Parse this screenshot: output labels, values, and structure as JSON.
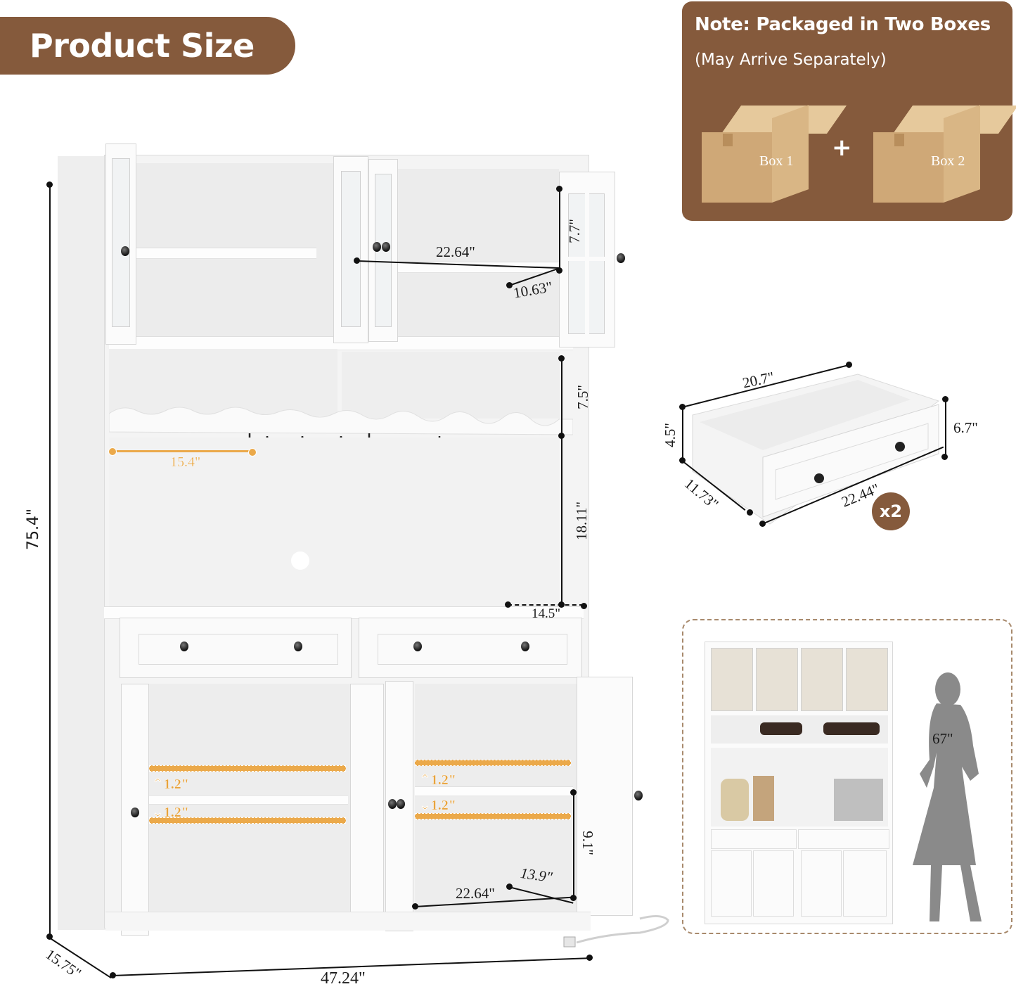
{
  "header": {
    "title": "Product Size",
    "accent_color": "#855a3c"
  },
  "note": {
    "heading": "Note: Packaged in Two Boxes",
    "subheading": "(May Arrive Separately)",
    "boxes": [
      {
        "label": "Box 1"
      },
      {
        "label": "Box 2"
      }
    ],
    "plus_symbol": "+"
  },
  "cabinet": {
    "overall": {
      "height": "75.4\"",
      "width": "47.24\"",
      "depth": "15.75\""
    },
    "upper_cabinet": {
      "inner_width": "22.64\"",
      "inner_depth": "10.63\"",
      "shelf_height": "7.7\""
    },
    "wine_rack": {
      "height": "7.5\""
    },
    "glass_rack": {
      "length": "15.4\""
    },
    "hutch_opening": {
      "height": "18.11\"",
      "depth": "14.5\""
    },
    "lower_cabinet": {
      "inner_width": "22.64\"",
      "inner_depth": "13.9\"",
      "shelf_height": "9.1\"",
      "shelf_adjust_up": "1.2\"",
      "shelf_adjust_down": "1.2\""
    },
    "orange_color": "#eba94a"
  },
  "drawer": {
    "back_width": "20.7\"",
    "front_width": "22.44\"",
    "depth": "11.73\"",
    "side_height": "4.5\"",
    "front_height": "6.7\"",
    "quantity_badge": "x2"
  },
  "reference": {
    "person_height": "67\""
  }
}
